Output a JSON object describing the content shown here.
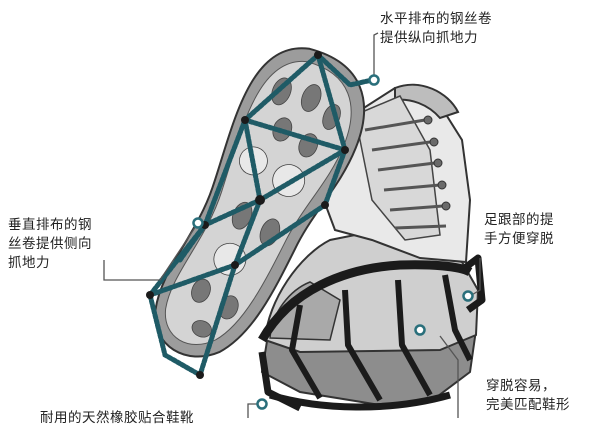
{
  "labels": {
    "top": "水平排布的钢丝卷\n提供纵向抓地力",
    "left": "垂直排布的钢\n丝卷提供侧向\n抓地力",
    "right": "足跟部的提\n手方便穿脱",
    "bottom_right": "穿脱容易，\n完美匹配鞋形",
    "bottom": "耐用的天然橡胶贴合鞋靴"
  },
  "colors": {
    "coil": "#1f5b66",
    "rubber": "#1b1b1b",
    "boot_light": "#e6e6e6",
    "boot_mid": "#bdbdbd",
    "boot_dark": "#7a7a7a",
    "sole": "#9a9a9a",
    "callout": "#555555"
  }
}
